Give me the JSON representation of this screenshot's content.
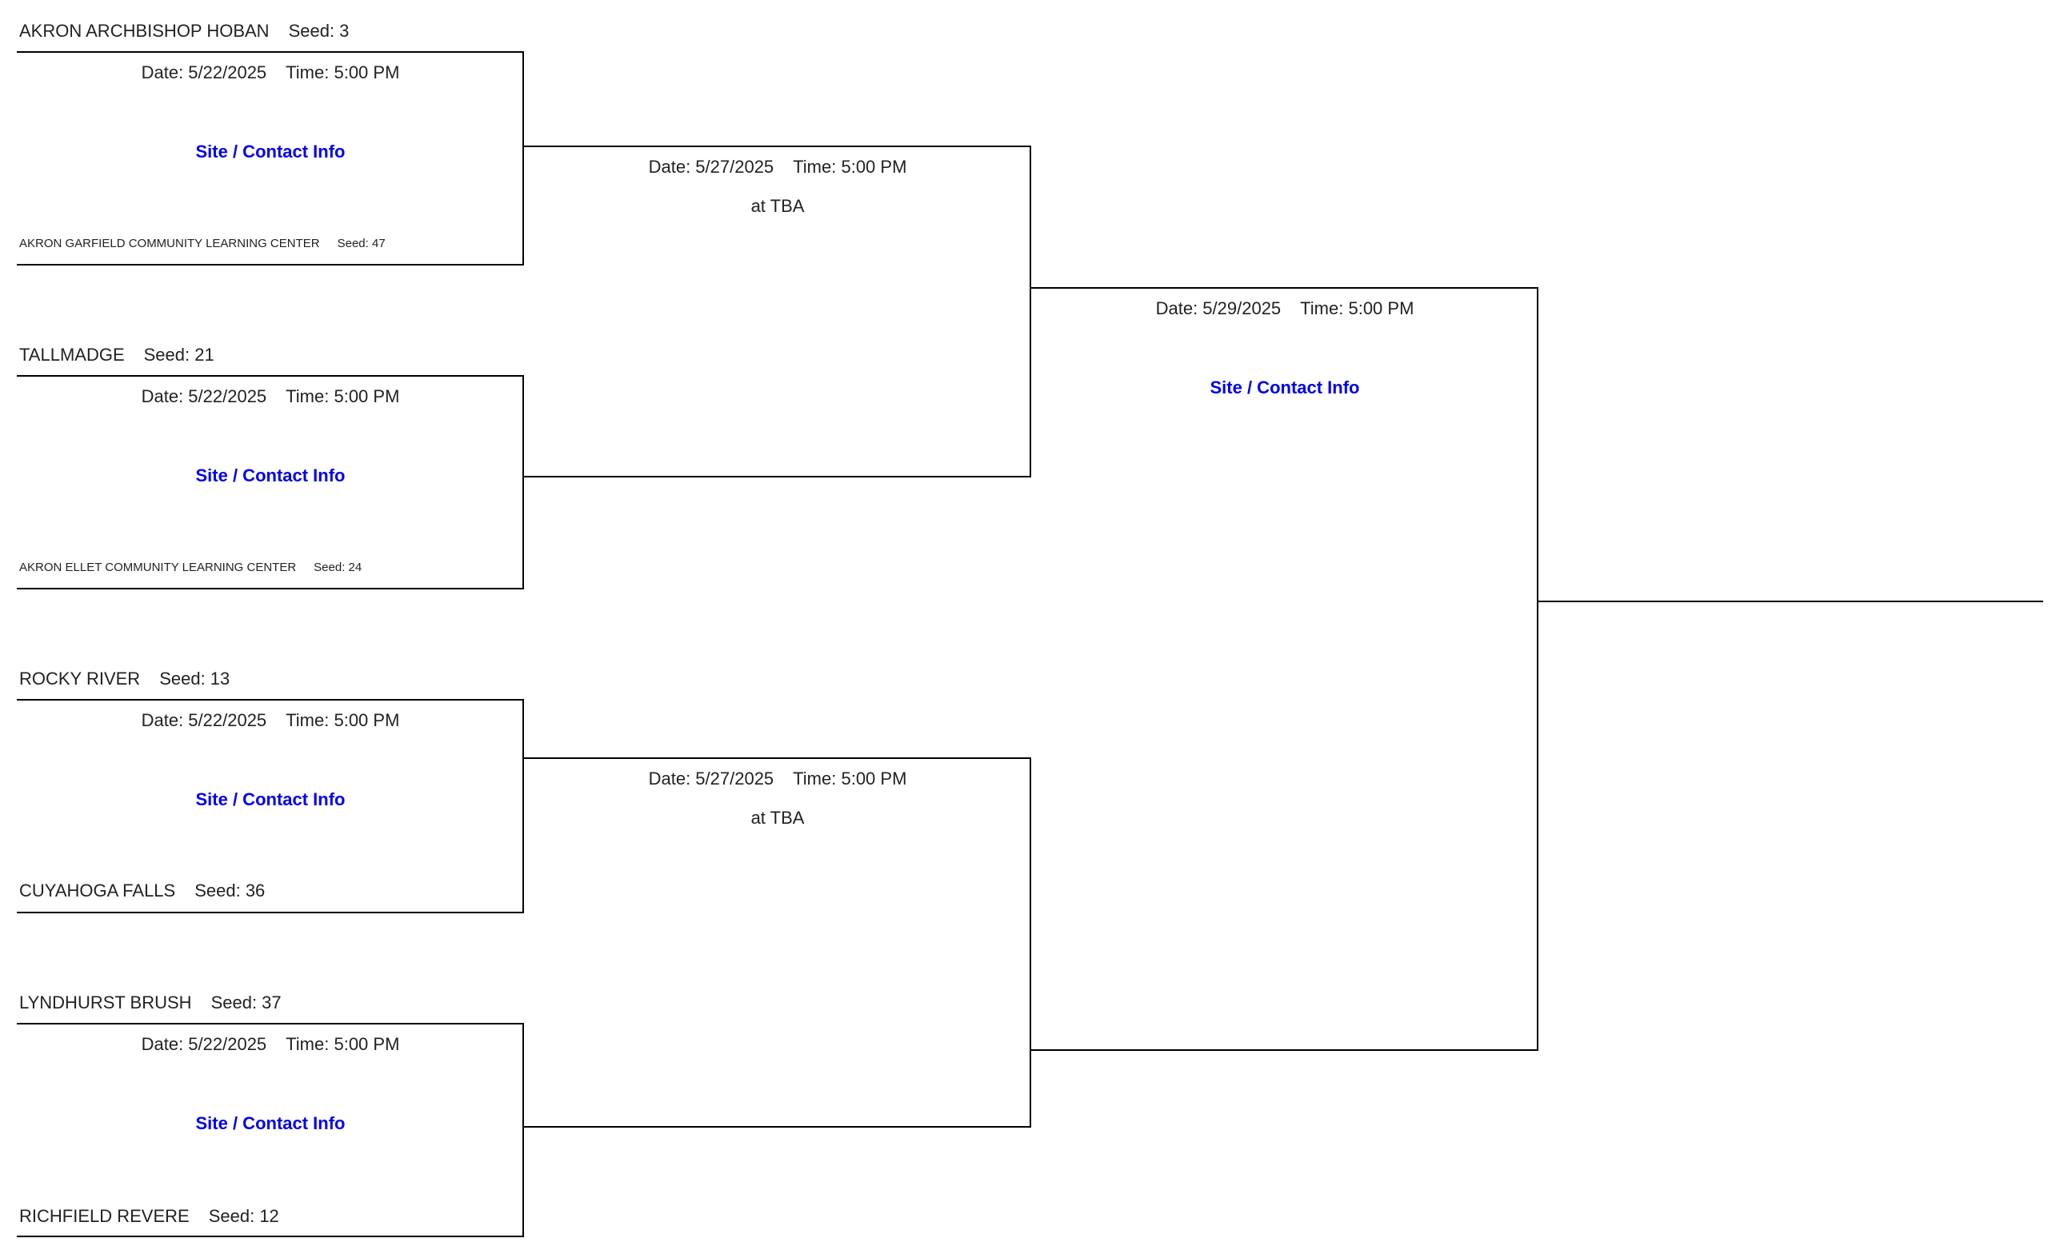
{
  "round1": [
    {
      "top_team": "AKRON ARCHBISHOP HOBAN",
      "top_seed": "Seed: 3",
      "date": "Date: 5/22/2025",
      "time": "Time: 5:00 PM",
      "link": "Site / Contact Info",
      "bottom_team": "AKRON GARFIELD COMMUNITY LEARNING CENTER",
      "bottom_seed": "Seed: 47"
    },
    {
      "top_team": "TALLMADGE",
      "top_seed": "Seed: 21",
      "date": "Date: 5/22/2025",
      "time": "Time: 5:00 PM",
      "link": "Site / Contact Info",
      "bottom_team": "AKRON ELLET COMMUNITY LEARNING CENTER",
      "bottom_seed": "Seed: 24"
    },
    {
      "top_team": "ROCKY RIVER",
      "top_seed": "Seed: 13",
      "date": "Date: 5/22/2025",
      "time": "Time: 5:00 PM",
      "link": "Site / Contact Info",
      "bottom_team": "CUYAHOGA FALLS",
      "bottom_seed": "Seed: 36"
    },
    {
      "top_team": "LYNDHURST BRUSH",
      "top_seed": "Seed: 37",
      "date": "Date: 5/22/2025",
      "time": "Time: 5:00 PM",
      "link": "Site / Contact Info",
      "bottom_team": "RICHFIELD REVERE",
      "bottom_seed": "Seed: 12"
    }
  ],
  "round2": [
    {
      "date": "Date: 5/27/2025",
      "time": "Time: 5:00 PM",
      "site": "at TBA"
    },
    {
      "date": "Date: 5/27/2025",
      "time": "Time: 5:00 PM",
      "site": "at TBA"
    }
  ],
  "round3": [
    {
      "date": "Date: 5/29/2025",
      "time": "Time: 5:00 PM",
      "link": "Site / Contact Info"
    }
  ]
}
